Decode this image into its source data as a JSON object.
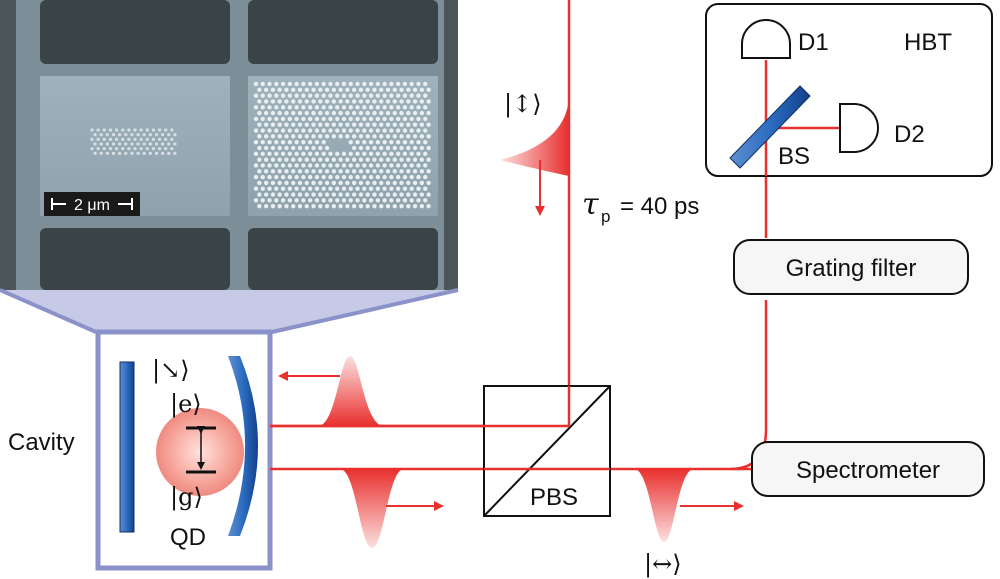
{
  "labels": {
    "hbt": "HBT",
    "d1": "D1",
    "d2": "D2",
    "bs": "BS",
    "grating_filter": "Grating filter",
    "spectrometer": "Spectrometer",
    "pbs": "PBS",
    "cavity": "Cavity",
    "qd": "QD",
    "ket_vertical": "|↕⟩",
    "ket_diagonal": "|↘⟩",
    "ket_horizontal": "|↔⟩",
    "ket_e": "|e⟩",
    "ket_g": "|g⟩",
    "tau_symbol": "τ",
    "tau_sub": "p",
    "tau_value": "= 40 ps",
    "scale_bar": "2 μm"
  },
  "colors": {
    "beam": "#e8302e",
    "pulse": "#e8302e",
    "mirror": "#1f5fa8",
    "frame": "#8b92c9",
    "dot": "#f4a8a0",
    "box_border": "#111111",
    "box_fill": "#f6f6f6"
  },
  "micrograph": {
    "hole_rows": 22,
    "hole_cols": 26
  }
}
